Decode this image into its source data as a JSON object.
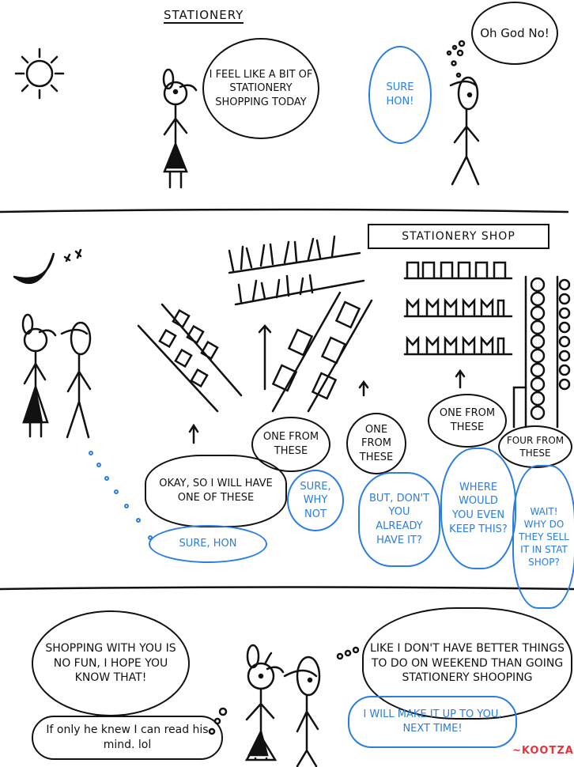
{
  "panel1": {
    "title": "STATIONERY",
    "her_speech": "I feel like a bit of stationery shopping today",
    "his_reply": "Sure hon!",
    "his_thought": "Oh God No!"
  },
  "panel2": {
    "shop_sign": "STATIONERY SHOP",
    "her_1": "Okay, so I will have one of these",
    "his_1": "Sure, hon",
    "her_2": "One from these",
    "his_2": "Sure, why not",
    "her_3": "One from these",
    "his_3": "But, don't you already have it?",
    "her_4": "One from these",
    "his_4": "Where would you even keep this?",
    "her_5": "Four from these",
    "his_5": "Wait! Why do they sell it in stat shop?"
  },
  "panel3": {
    "her_speech": "Shopping with you is no fun, I hope you know that!",
    "her_thought": "If only he knew I can read his mind. lol",
    "his_thought": "Like I don't have better things to do on weekend than going stationery shooping",
    "his_speech": "I will make it up to you, next time!"
  },
  "signature": "~KOOTZARO",
  "colors": {
    "ink": "#111111",
    "blue": "#2a7de1",
    "red": "#e8333a"
  }
}
